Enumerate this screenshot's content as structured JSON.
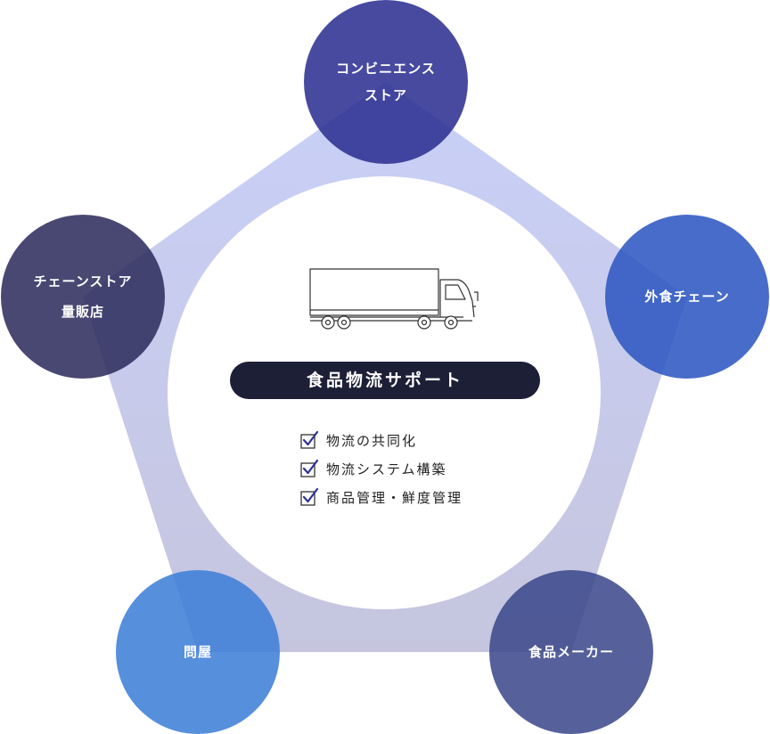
{
  "center": {
    "title": "食品物流サポート",
    "icon": "truck-icon",
    "features": [
      {
        "icon": "checkbox-checked-icon",
        "label": "物流の共同化"
      },
      {
        "icon": "checkbox-checked-icon",
        "label": "物流システム構築"
      },
      {
        "icon": "checkbox-checked-icon",
        "label": "商品管理・鮮度管理"
      }
    ]
  },
  "nodes": {
    "top": {
      "line1": "コンビニエンス",
      "line2": "ストア",
      "color": "#2e3192"
    },
    "left": {
      "line1": "チェーンストア",
      "line2": "量販店",
      "color": "#2f2f5e"
    },
    "right": {
      "label": "外食チェーン",
      "color": "#3559c0"
    },
    "bottom_left": {
      "label": "問屋",
      "color": "#3f7fd6"
    },
    "bottom_right": {
      "label": "食品メーカー",
      "color": "#3a4a88"
    }
  },
  "colors": {
    "pentagon_top": "#c7cef7",
    "pentagon_bottom": "#c6c7e0",
    "pill": "#1c1f36",
    "check": "#2e3192"
  }
}
